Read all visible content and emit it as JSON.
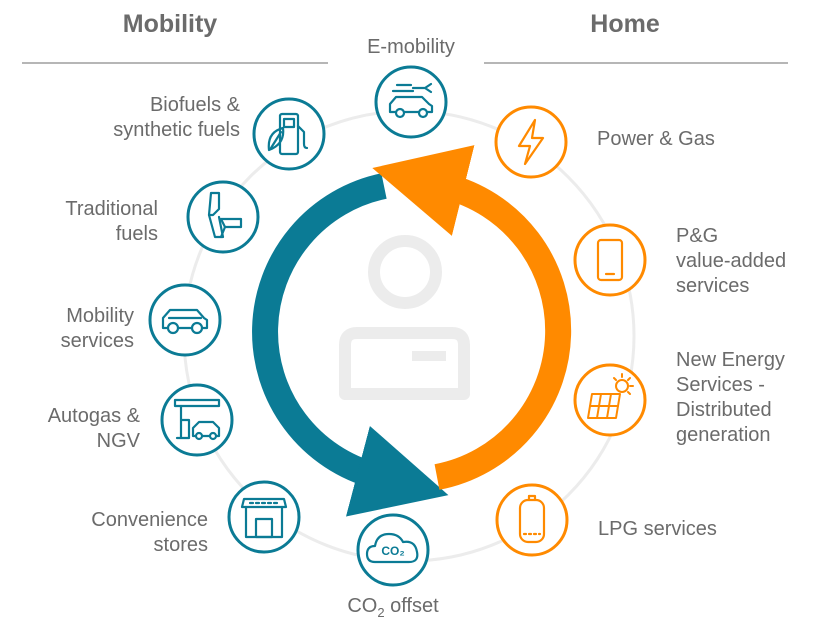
{
  "headings": {
    "left": "Mobility",
    "right": "Home"
  },
  "colors": {
    "teal": "#0b7b95",
    "orange": "#ff8a00",
    "text": "#6b6b6b",
    "ring": "#ececec",
    "divider": "#8a8a8a"
  },
  "mobility": {
    "emobility": "E-mobility",
    "biofuels": [
      "Biofuels &",
      "synthetic fuels"
    ],
    "traditional": [
      "Traditional",
      "fuels"
    ],
    "services": [
      "Mobility",
      "services"
    ],
    "autogas": [
      "Autogas &",
      "NGV"
    ],
    "convenience": [
      "Convenience",
      "stores"
    ],
    "co2_main": "CO",
    "co2_sub": "2",
    "co2_rest": " offset",
    "co2_icon_text": "CO₂"
  },
  "home": {
    "power": "Power & Gas",
    "pg_vas": [
      "P&G",
      "value-added",
      "services"
    ],
    "new_energy": [
      "New Energy",
      "Services -",
      "Distributed",
      "generation"
    ],
    "lpg": "LPG services"
  },
  "icons": {
    "emobility": "electric-car-icon",
    "biofuels": "fuel-pump-leaf-icon",
    "traditional": "fuel-nozzle-icon",
    "services": "car-icon",
    "autogas": "gas-station-car-icon",
    "convenience": "store-icon",
    "co2": "co2-cloud-icon",
    "power": "lightning-icon",
    "pg_vas": "mobile-phone-icon",
    "new_energy": "solar-panel-icon",
    "lpg": "gas-cylinder-icon",
    "center": "person-icon"
  }
}
